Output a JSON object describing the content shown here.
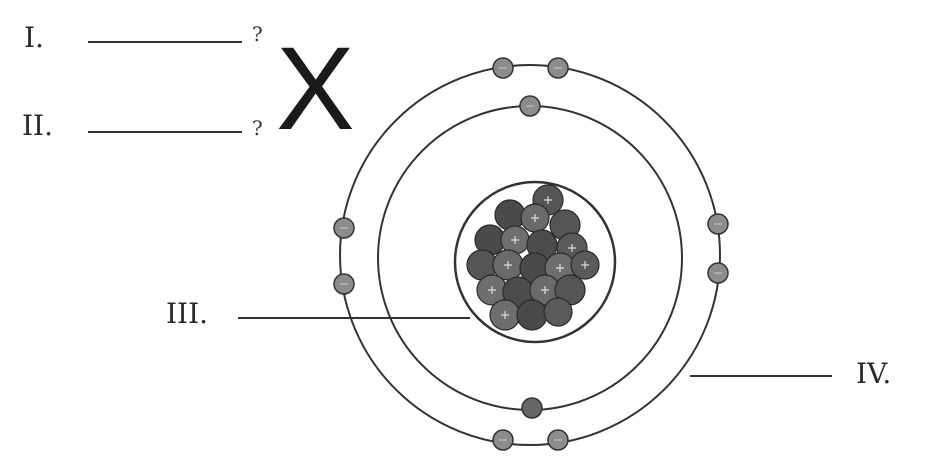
{
  "labels": {
    "i": "I.",
    "ii": "II.",
    "iii": "III.",
    "iv": "IV.",
    "q_i": "?",
    "q_ii": "?",
    "x_mark": "X"
  },
  "colors": {
    "line": "#333333",
    "electron": "#8c8c8c",
    "proton": "#6e6e6e",
    "neutron": "#4c4c4c"
  }
}
